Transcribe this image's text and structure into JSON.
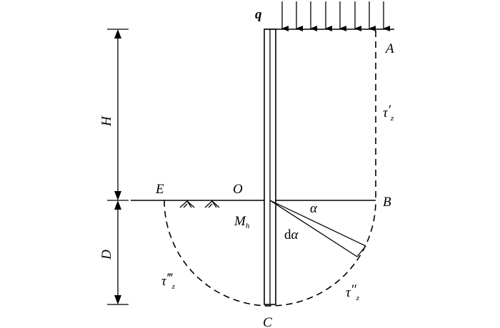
{
  "labels": {
    "q": "q",
    "A": "A",
    "B": "B",
    "C": "C",
    "E": "E",
    "O": "O",
    "H": "H",
    "D": "D",
    "alpha": "α",
    "d": "d",
    "M": "M",
    "M_sub": "h",
    "tau": "τ",
    "tau1_mark": "′",
    "tau2_mark": "″",
    "tau3_mark": "‴",
    "z": "z"
  }
}
